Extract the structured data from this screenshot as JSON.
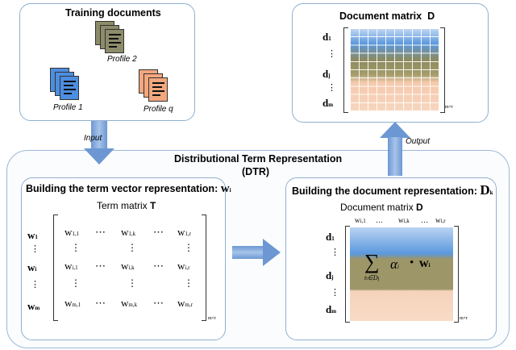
{
  "training": {
    "title": "Training documents",
    "profiles": [
      "Profile 2",
      "Profile 1",
      "Profile q"
    ],
    "colors": [
      "#8c8c6a",
      "#4d8ee0",
      "#f2a77e"
    ]
  },
  "matrix_top": {
    "title": "Document matrix",
    "title_symbol": "D",
    "rows": [
      "d",
      "d",
      "d"
    ],
    "row_subs": [
      "1",
      "j",
      "m"
    ],
    "dims": "m×r"
  },
  "flow": {
    "input": "Input",
    "output": "Output"
  },
  "dtr": {
    "title": "Distributional Term Representation",
    "abbr": "(DTR)"
  },
  "left_panel": {
    "title": "Building the term vector representation:",
    "title_symbol": "w",
    "title_sub": "i",
    "matrix_label": "Term matrix",
    "matrix_symbol": "T",
    "row_labels": [
      "w",
      "w",
      "w"
    ],
    "row_subs": [
      "1",
      "i",
      "m"
    ],
    "cells": [
      [
        "w",
        "1,1",
        "w",
        "1,k",
        "w",
        "1,r"
      ],
      [
        "w",
        "i,1",
        "w",
        "i,k",
        "w",
        "i,r"
      ],
      [
        "w",
        "m,1",
        "w",
        "m,k",
        "w",
        "m,r"
      ]
    ],
    "dots_h": "⋯",
    "dots_v": "⋮",
    "dims": "m×r"
  },
  "right_panel": {
    "title": "Building the document representation:",
    "title_symbol": "D",
    "title_sub": "k",
    "matrix_label": "Document matrix",
    "matrix_symbol": "D",
    "col_labels": [
      "w",
      "i,1",
      "w",
      "i,k",
      "w",
      "i,r"
    ],
    "row_labels": [
      "d",
      "d",
      "d"
    ],
    "row_subs": [
      "1",
      "j",
      "m"
    ],
    "formula": {
      "sigma": "∑",
      "under": "t",
      "under_sub": "i",
      "under_rest": "∈D",
      "under_rest_sub": "j",
      "alpha": "α",
      "alpha_sub": "i",
      "dot": "•",
      "w": "w",
      "w_sub": "i"
    },
    "dims": "m×r"
  }
}
